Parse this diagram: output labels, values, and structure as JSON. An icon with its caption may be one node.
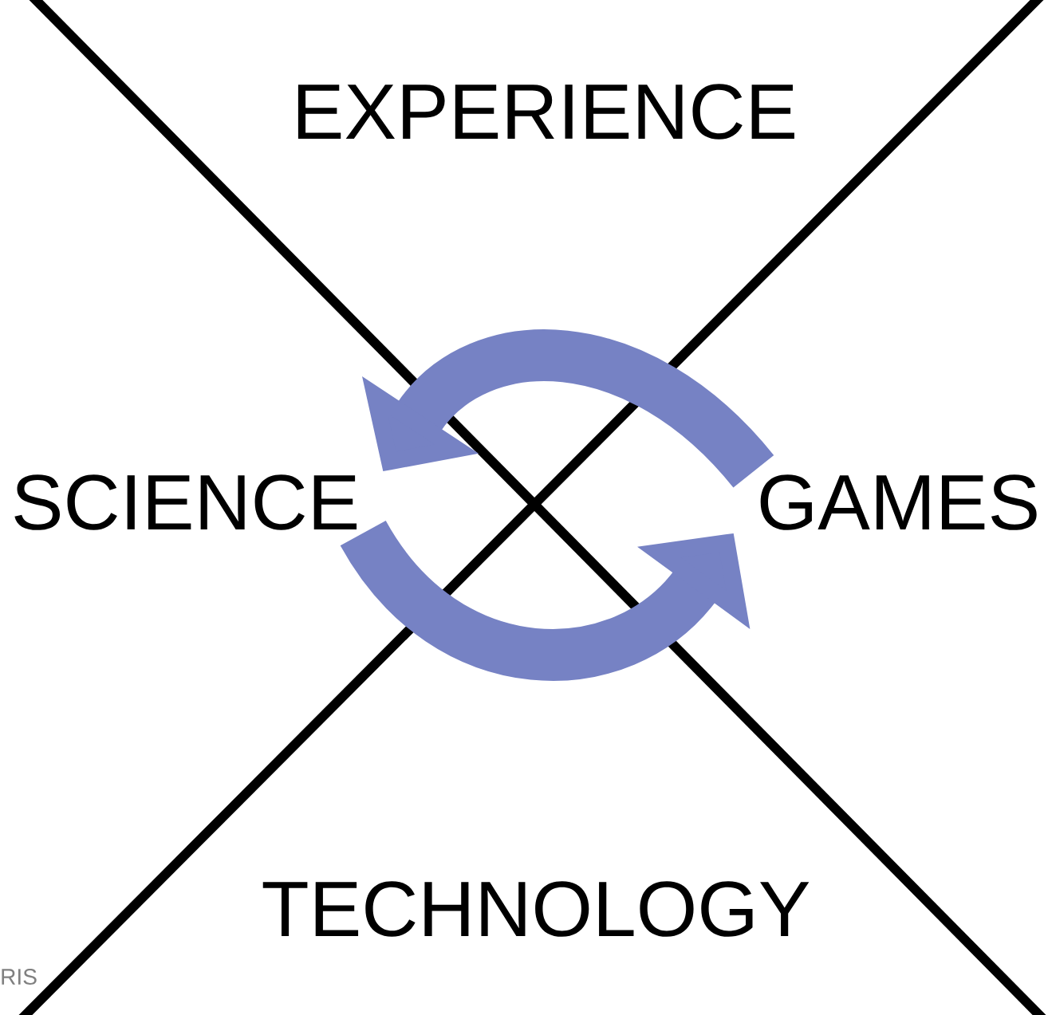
{
  "diagram": {
    "nodes": [
      {
        "text": [
          "SCIENCE"
        ]
      },
      {
        "text": [
          "GAMES"
        ]
      }
    ],
    "edges": [
      {
        "from": 1,
        "to": 0,
        "arrow": "to"
      },
      {
        "from": 0,
        "to": 1,
        "arrow": "to"
      }
    ],
    "labels": [
      "EXPERIENCE",
      "TECHNOLOGY",
      "RIS"
    ]
  }
}
